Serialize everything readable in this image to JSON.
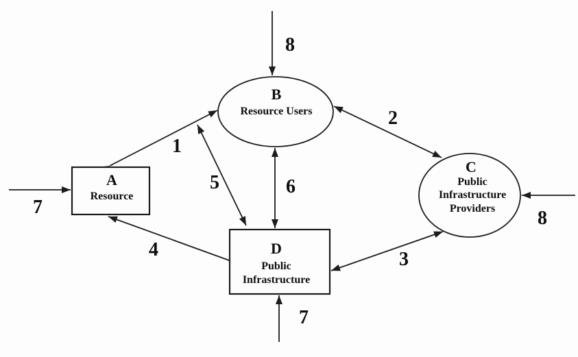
{
  "diagram": {
    "colors": {
      "background": "#fdfdfd",
      "line": "#1c1c1c",
      "text": "#0d0d0d"
    },
    "nodes": {
      "a": {
        "letter": "A",
        "line1": "Resource"
      },
      "b": {
        "letter": "B",
        "line1": "Resource Users"
      },
      "c": {
        "letter": "C",
        "line1": "Public",
        "line2": "Infrastructure",
        "line3": "Providers"
      },
      "d": {
        "letter": "D",
        "line1": "Public",
        "line2": "Infrastructure"
      }
    },
    "edge_labels": {
      "n1": "1",
      "n2": "2",
      "n3": "3",
      "n4": "4",
      "n5": "5",
      "n6": "6",
      "n7_left": "7",
      "n7_bottom": "7",
      "n8_top": "8",
      "n8_right": "8"
    }
  }
}
